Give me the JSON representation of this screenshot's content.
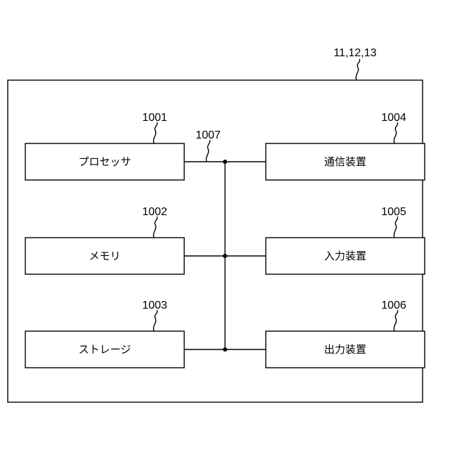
{
  "system": {
    "ref": "11,12,13"
  },
  "bus": {
    "ref": "1007"
  },
  "components": [
    {
      "ref": "1001",
      "label": "プロセッサ"
    },
    {
      "ref": "1002",
      "label": "メモリ"
    },
    {
      "ref": "1003",
      "label": "ストレージ"
    },
    {
      "ref": "1004",
      "label": "通信装置"
    },
    {
      "ref": "1005",
      "label": "入力装置"
    },
    {
      "ref": "1006",
      "label": "出力装置"
    }
  ]
}
